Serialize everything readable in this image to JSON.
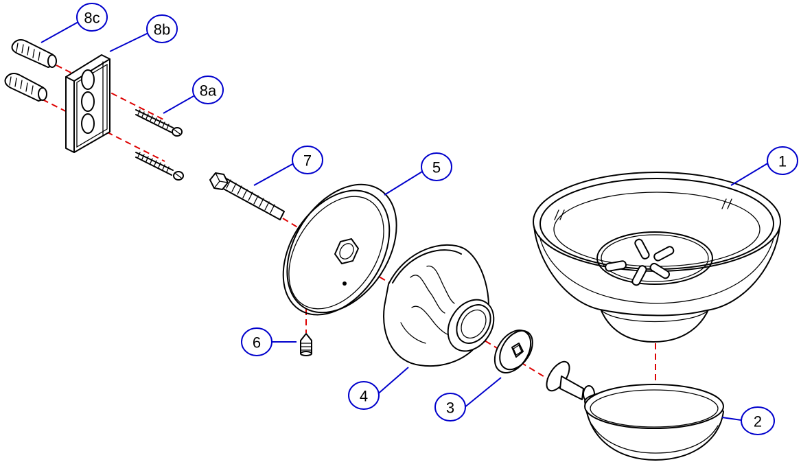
{
  "callouts": [
    {
      "id": "1",
      "label": "1"
    },
    {
      "id": "2",
      "label": "2"
    },
    {
      "id": "3",
      "label": "3"
    },
    {
      "id": "4",
      "label": "4"
    },
    {
      "id": "5",
      "label": "5"
    },
    {
      "id": "6",
      "label": "6"
    },
    {
      "id": "7",
      "label": "7"
    },
    {
      "id": "8a",
      "label": "8a"
    },
    {
      "id": "8b",
      "label": "8b"
    },
    {
      "id": "8c",
      "label": "8c"
    }
  ],
  "colors": {
    "callout_outline": "#0000cc",
    "centerline": "#dd0000",
    "drawing": "#000000"
  }
}
